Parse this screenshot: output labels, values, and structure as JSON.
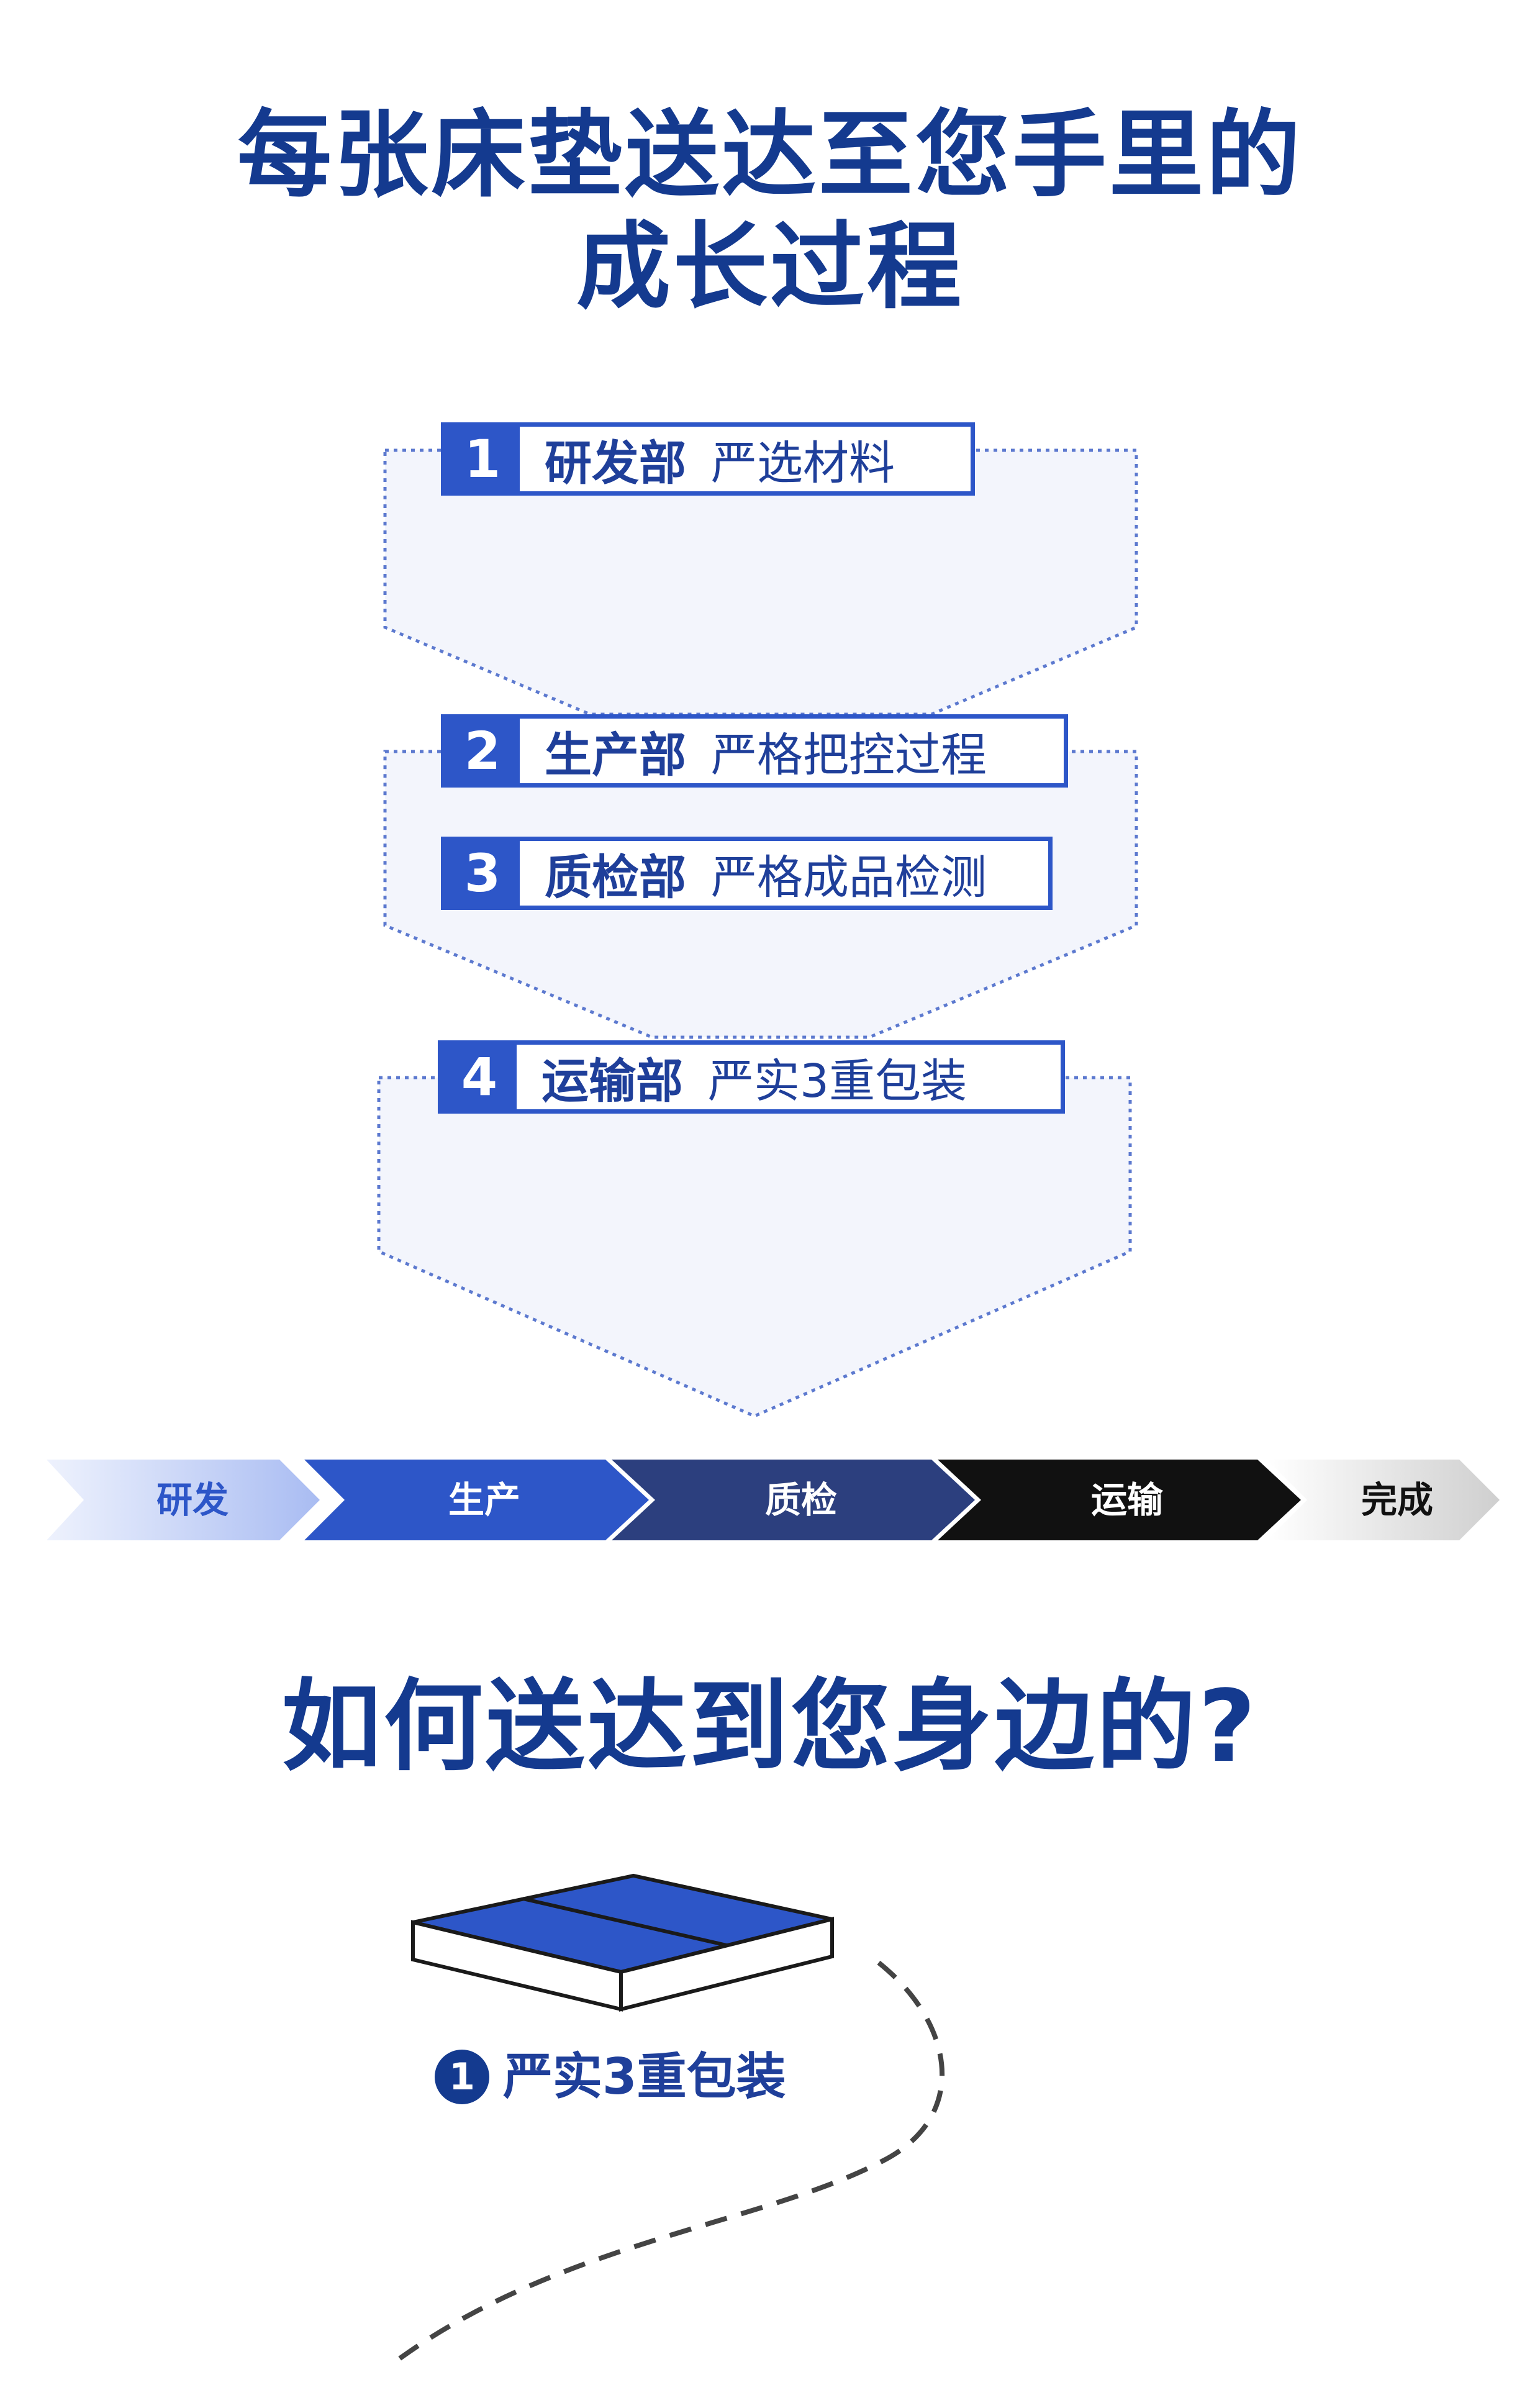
{
  "header": {
    "title_line1": "每张床垫送达至您手里的",
    "title_line2": "成长过程"
  },
  "steps": [
    {
      "num": "1",
      "dept": "研发部",
      "desc": "严选材料"
    },
    {
      "num": "2",
      "dept": "生产部",
      "desc": "严格把控过程"
    },
    {
      "num": "3",
      "dept": "质检部",
      "desc": "严格成品检测"
    },
    {
      "num": "4",
      "dept": "运输部",
      "desc": "严实3重包装"
    }
  ],
  "timeline": [
    {
      "label": "研发",
      "color": "#dfe6fb",
      "text_color": "#2d56c8"
    },
    {
      "label": "生产",
      "color": "#2d56c8",
      "text_color": "#ffffff"
    },
    {
      "label": "质检",
      "color": "#2c3f7e",
      "text_color": "#ffffff"
    },
    {
      "label": "运输",
      "color": "#111111",
      "text_color": "#ffffff"
    },
    {
      "label": "完成",
      "color": "#e6e6e6",
      "text_color": "#111111"
    }
  ],
  "delivery": {
    "heading": "如何送达到您身边的?",
    "item_number": "1",
    "item_label": "严实3重包装"
  },
  "colors": {
    "primary_blue": "#2d56c8",
    "dark_blue": "#143a8f",
    "panel_fill": "#f3f5fc",
    "dotted_border": "#5c79cf"
  }
}
